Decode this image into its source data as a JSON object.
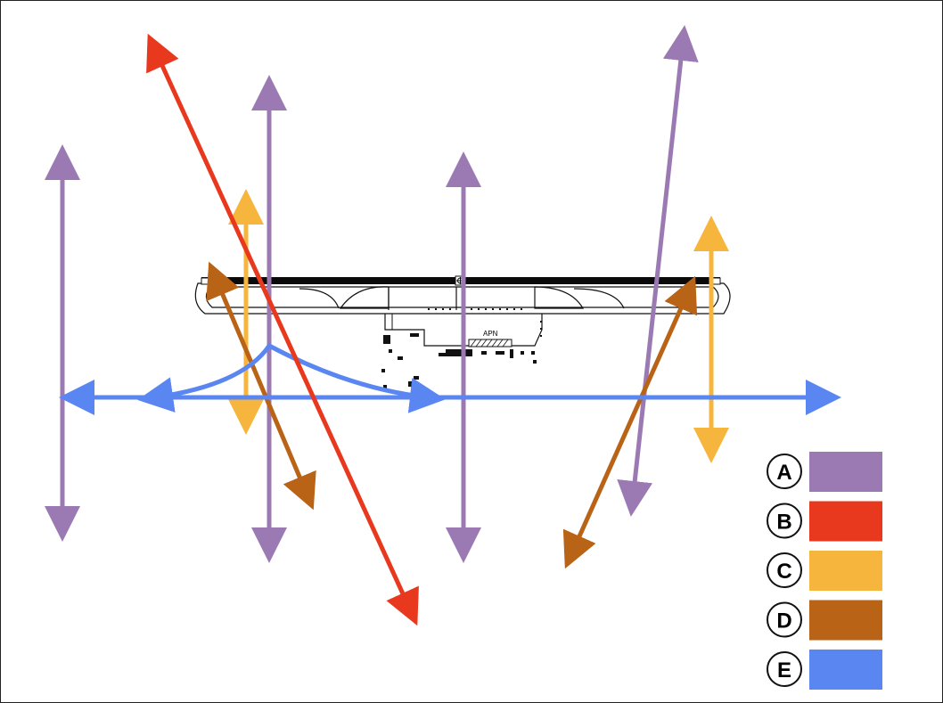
{
  "diagram": {
    "apron_label": "APN",
    "colors": {
      "A": "#9b7ab4",
      "B": "#e8391f",
      "C": "#f6b53c",
      "D": "#b96317",
      "E": "#5a86f2"
    }
  },
  "legend": [
    {
      "letter": "A",
      "color": "#9b7ab4"
    },
    {
      "letter": "B",
      "color": "#e8391f"
    },
    {
      "letter": "C",
      "color": "#f6b53c"
    },
    {
      "letter": "D",
      "color": "#b96317"
    },
    {
      "letter": "E",
      "color": "#5a86f2"
    }
  ]
}
